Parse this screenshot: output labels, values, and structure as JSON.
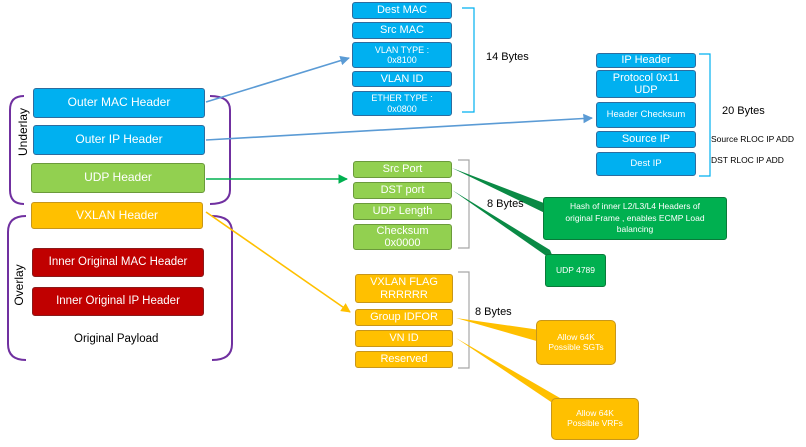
{
  "left": {
    "underlay_label": "Underlay",
    "overlay_label": "Overlay",
    "outer_mac": "Outer MAC Header",
    "outer_ip": "Outer IP Header",
    "udp": "UDP Header",
    "vxlan": "VXLAN  Header",
    "inner_mac": "Inner Original MAC Header",
    "inner_ip": "Inner Original IP Header",
    "payload": "Original Payload"
  },
  "mac_fields": {
    "dest_mac": "Dest MAC",
    "src_mac": "Src  MAC",
    "vlan_type_1": "VLAN TYPE :",
    "vlan_type_2": "0x8100",
    "vlan_id": "VLAN ID",
    "ether_type_1": "ETHER TYPE :",
    "ether_type_2": "0x0800",
    "size": "14 Bytes"
  },
  "ip_fields": {
    "ip_header": "IP Header",
    "protocol_1": "Protocol 0x11",
    "protocol_2": "UDP",
    "checksum": "Header Checksum",
    "source_ip": "Source IP",
    "dest_ip": "Dest IP",
    "size": "20 Bytes",
    "source_note": "Source RLOC IP ADD",
    "dest_note": "DST RLOC IP ADD"
  },
  "udp_fields": {
    "src_port": "Src Port",
    "dst_port": "DST port",
    "length": "UDP Length",
    "checksum_1": "Checksum",
    "checksum_2": "0x0000",
    "size": "8 Bytes",
    "hash_note_1": "Hash of inner L2/L3/L4 Headers of",
    "hash_note_2": "original Frame , enables ECMP Load",
    "hash_note_3": "balancing",
    "port_note": "UDP 4789"
  },
  "vxlan_fields": {
    "flag_1": "VXLAN FLAG",
    "flag_2": "RRRRRR",
    "group": "Group IDFOR",
    "vn_id": "VN ID",
    "reserved": "Reserved",
    "size": "8 Bytes",
    "sgt_note_1": "Allow 64K",
    "sgt_note_2": "Possible SGTs",
    "vrf_note_1": "Allow 64K",
    "vrf_note_2": "Possible VRFs"
  },
  "colors": {
    "blue": "#00b0f0",
    "green": "#92d050",
    "gold": "#ffc000",
    "red": "#c00000",
    "dark_green": "#00b050",
    "bracket_purple": "#7030a0",
    "bracket_blue": "#00b0f0"
  }
}
